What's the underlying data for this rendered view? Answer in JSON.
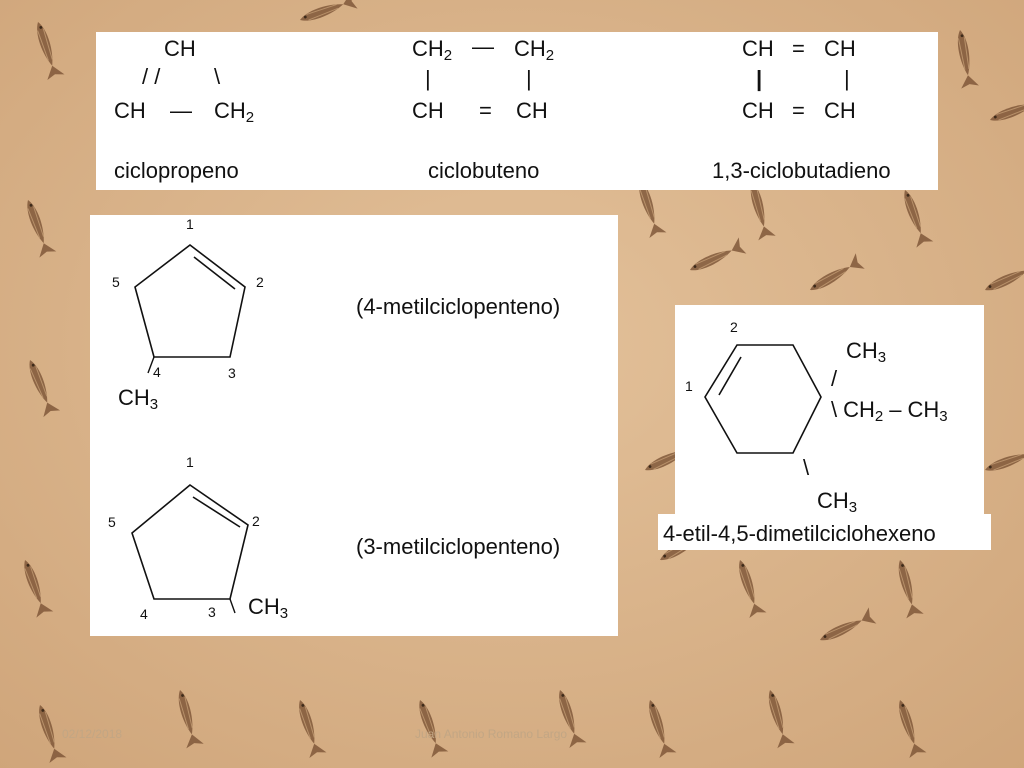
{
  "colors": {
    "background": "#d9b48a",
    "panel": "#ffffff",
    "ink": "#111111",
    "footer_text": "#c2a684"
  },
  "top_panel": {
    "ciclopropeno": {
      "top": "CH",
      "left_bond": "/ /",
      "right_bond": "\\",
      "bottom_left": "CH",
      "bottom_bond": "—",
      "bottom_right_base": "CH",
      "bottom_right_sub": "2",
      "name": "ciclopropeno"
    },
    "ciclobuteno": {
      "tl_base": "CH",
      "tl_sub": "2",
      "top_bond": "—",
      "tr_base": "CH",
      "tr_sub": "2",
      "left_bond": "|",
      "right_bond": "|",
      "bl": "CH",
      "bottom_bond": "=",
      "br": "CH",
      "name": "ciclobuteno"
    },
    "ciclobutadieno": {
      "tl": "CH",
      "top_bond": "=",
      "tr": "CH",
      "left_bond": "|",
      "right_bond": "|",
      "bl": "CH",
      "bottom_bond": "=",
      "br": "CH",
      "name": "1,3-ciclobutadieno"
    }
  },
  "middle_panel": {
    "mol1": {
      "n1": "1",
      "n2": "2",
      "n3": "3",
      "n4": "4",
      "n5": "5",
      "subst_bond": "/",
      "subst_base": "CH",
      "subst_sub": "3",
      "name": "(4-metilciclopenteno)"
    },
    "mol2": {
      "n1": "1",
      "n2": "2",
      "n3": "3",
      "n4": "4",
      "n5": "5",
      "subst_bond": "\\",
      "subst_base": "CH",
      "subst_sub": "3",
      "name": "(3-metilciclopenteno)"
    }
  },
  "right_panel": {
    "n1": "1",
    "n2": "2",
    "methyl_top_base": "CH",
    "methyl_top_sub": "3",
    "bond_up": "/",
    "ethyl_bond": "\\",
    "ethyl_a_base": "CH",
    "ethyl_a_sub": "2",
    "ethyl_dash": "–",
    "ethyl_b_base": "CH",
    "ethyl_b_sub": "3",
    "bond_down": "\\",
    "methyl_bottom_base": "CH",
    "methyl_bottom_sub": "3",
    "name": "4-etil-4,5-dimetilciclohexeno"
  },
  "footer": {
    "date": "02/12/2018",
    "author": "Juan Antonio Romano Largo"
  }
}
